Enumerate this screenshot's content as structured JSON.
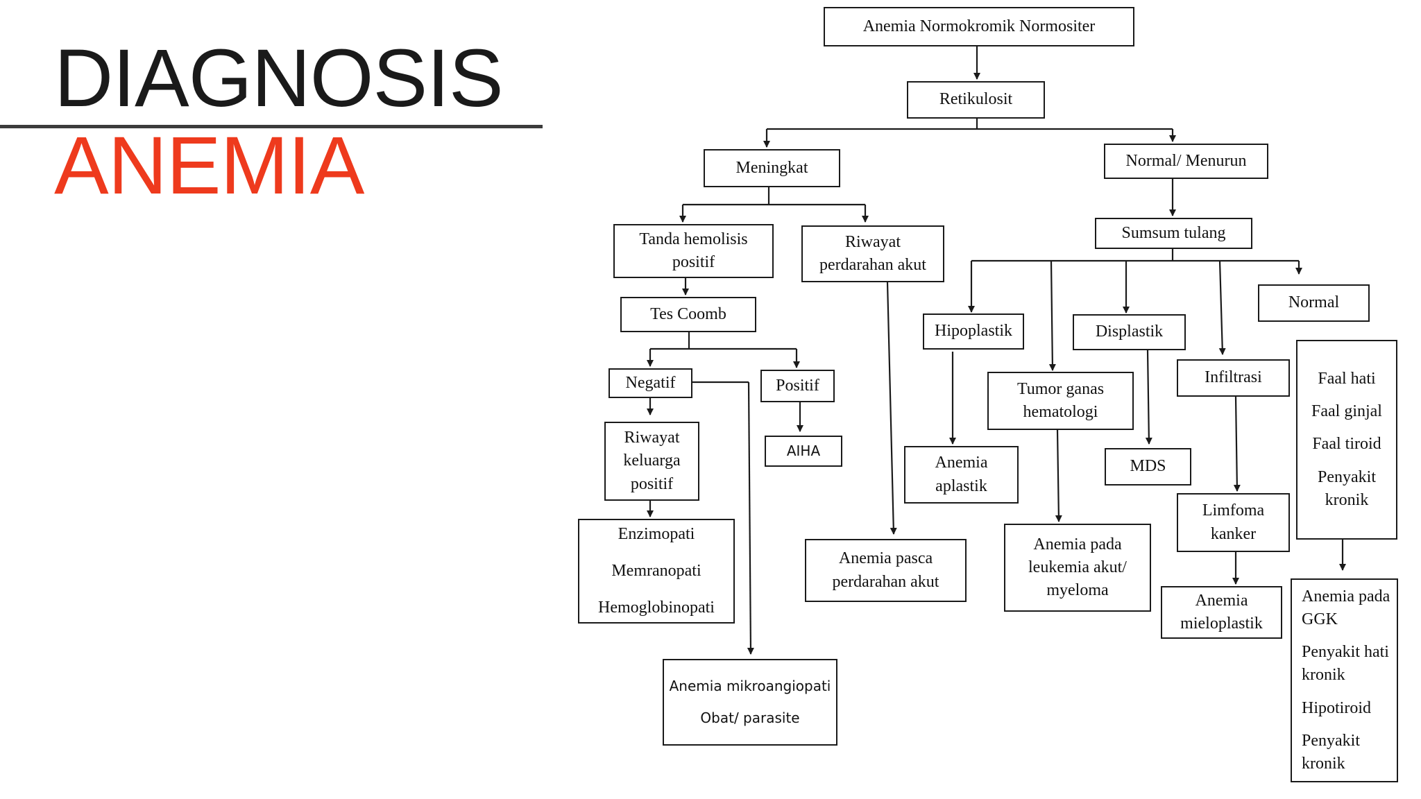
{
  "slide": {
    "title_line1": "DIAGNOSIS",
    "title_line2": "ANEMIA",
    "title_color_line1": "#1a1a1a",
    "title_color_line2": "#ee3a1d"
  },
  "diagram": {
    "root": "Anemia Normokromik Normositer",
    "retikulosit": "Retikulosit",
    "meningkat": "Meningkat",
    "normal_menurun": "Normal/ Menurun",
    "tanda_hemolisis": "Tanda hemolisis positif",
    "riwayat_perdarahan": "Riwayat perdarahan akut",
    "sumsum_tulang": "Sumsum tulang",
    "tes_coomb": "Tes Coomb",
    "negatif": "Negatif",
    "positif": "Positif",
    "aiha": "AIHA",
    "riwayat_keluarga": "Riwayat keluarga positif",
    "enzimopati_group": [
      "Enzimopati",
      "Memranopati",
      "Hemoglobinopati"
    ],
    "mikroangiopati_group": [
      "Anemia mikroangiopati",
      "Obat/ parasite"
    ],
    "pasca_perdarahan": "Anemia pasca perdarahan akut",
    "hipoplastik": "Hipoplastik",
    "anemia_aplastik": "Anemia aplastik",
    "tumor_ganas": "Tumor ganas hematologi",
    "leukemia": "Anemia pada leukemia akut/ myeloma",
    "displastik": "Displastik",
    "mds": "MDS",
    "infiltrasi": "Infiltrasi",
    "limfoma": "Limfoma kanker",
    "mieloplastik": "Anemia mieloplastik",
    "normal": "Normal",
    "faal_group": [
      "Faal hati",
      "Faal ginjal",
      "Faal tiroid",
      "Penyakit kronik"
    ],
    "anemia_ggk_group": [
      "Anemia pada GGK",
      "Penyakit hati kronik",
      "Hipotiroid",
      "Penyakit kronik"
    ]
  }
}
